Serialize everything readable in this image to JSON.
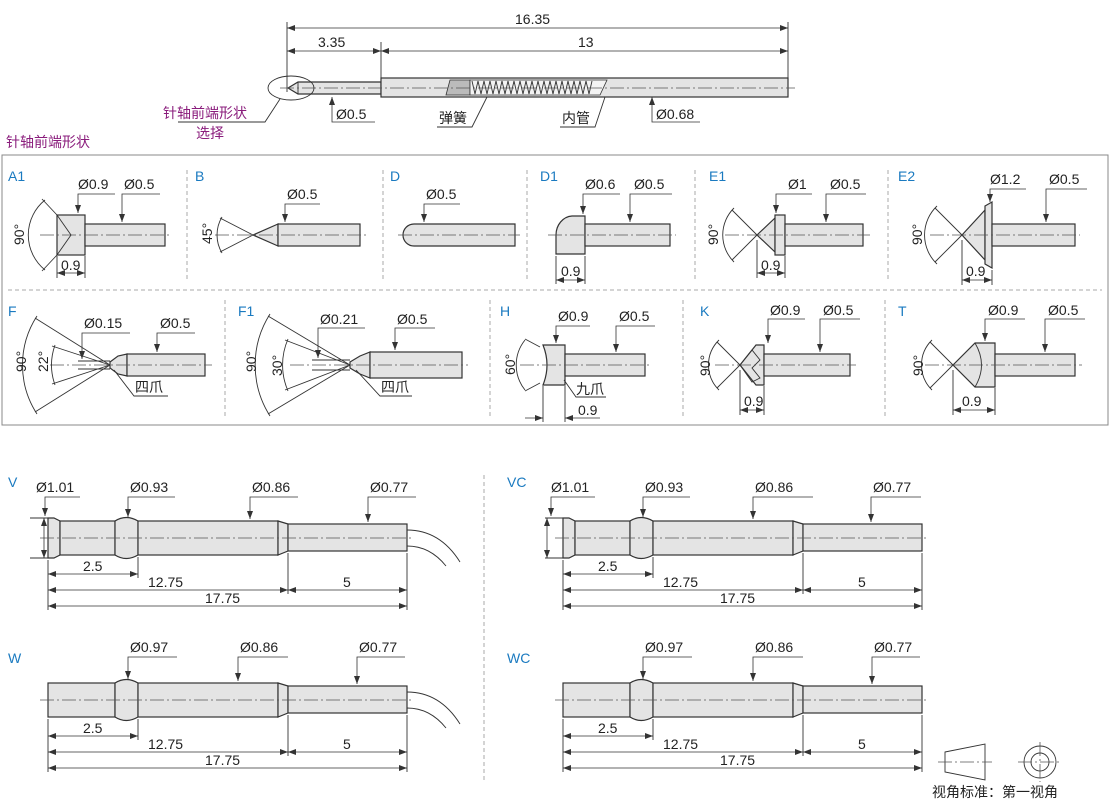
{
  "overview": {
    "total_length": "16.35",
    "front_length": "3.35",
    "rear_length": "13",
    "tip_diameter": "Ø0.5",
    "tube_diameter": "Ø0.68",
    "spring_label": "弹簧",
    "tube_label": "内管",
    "callout_line1": "针轴前端形状",
    "callout_line2": "选择"
  },
  "section_title": "针轴前端形状",
  "tips": [
    {
      "code": "A1",
      "head_dia": "Ø0.9",
      "shaft_dia": "Ø0.5",
      "angle": "90°",
      "length": "0.9"
    },
    {
      "code": "B",
      "shaft_dia": "Ø0.5",
      "angle": "45°"
    },
    {
      "code": "D",
      "shaft_dia": "Ø0.5"
    },
    {
      "code": "D1",
      "head_dia": "Ø0.6",
      "shaft_dia": "Ø0.5",
      "length": "0.9"
    },
    {
      "code": "E1",
      "head_dia": "Ø1",
      "shaft_dia": "Ø0.5",
      "angle": "90°",
      "length": "0.9"
    },
    {
      "code": "E2",
      "head_dia": "Ø1.2",
      "shaft_dia": "Ø0.5",
      "angle": "90°",
      "length": "0.9"
    },
    {
      "code": "F",
      "tip_dia": "Ø0.15",
      "shaft_dia": "Ø0.5",
      "angle": "90°",
      "inner_angle": "22°",
      "note": "四爪"
    },
    {
      "code": "F1",
      "tip_dia": "Ø0.21",
      "shaft_dia": "Ø0.5",
      "angle": "90°",
      "inner_angle": "30°",
      "note": "四爪"
    },
    {
      "code": "H",
      "head_dia": "Ø0.9",
      "shaft_dia": "Ø0.5",
      "angle": "60°",
      "note": "九爪",
      "length": "0.9"
    },
    {
      "code": "K",
      "head_dia": "Ø0.9",
      "shaft_dia": "Ø0.5",
      "angle": "90°",
      "length": "0.9"
    },
    {
      "code": "T",
      "head_dia": "Ø0.9",
      "shaft_dia": "Ø0.5",
      "angle": "90°",
      "length": "0.9"
    }
  ],
  "plungers": [
    {
      "code": "V",
      "d1": "Ø1.01",
      "d2": "Ø0.93",
      "d3": "Ø0.86",
      "d4": "Ø0.77",
      "l1": "2.5",
      "l2": "12.75",
      "l3": "5",
      "total": "17.75"
    },
    {
      "code": "VC",
      "d1": "Ø1.01",
      "d2": "Ø0.93",
      "d3": "Ø0.86",
      "d4": "Ø0.77",
      "l1": "2.5",
      "l2": "12.75",
      "l3": "5",
      "total": "17.75"
    },
    {
      "code": "W",
      "d2": "Ø0.97",
      "d3": "Ø0.86",
      "d4": "Ø0.77",
      "l1": "2.5",
      "l2": "12.75",
      "l3": "5",
      "total": "17.75"
    },
    {
      "code": "WC",
      "d2": "Ø0.97",
      "d3": "Ø0.86",
      "d4": "Ø0.77",
      "l1": "2.5",
      "l2": "12.75",
      "l3": "5",
      "total": "17.75"
    }
  ],
  "projection": {
    "label": "视角标准：第一视角"
  }
}
